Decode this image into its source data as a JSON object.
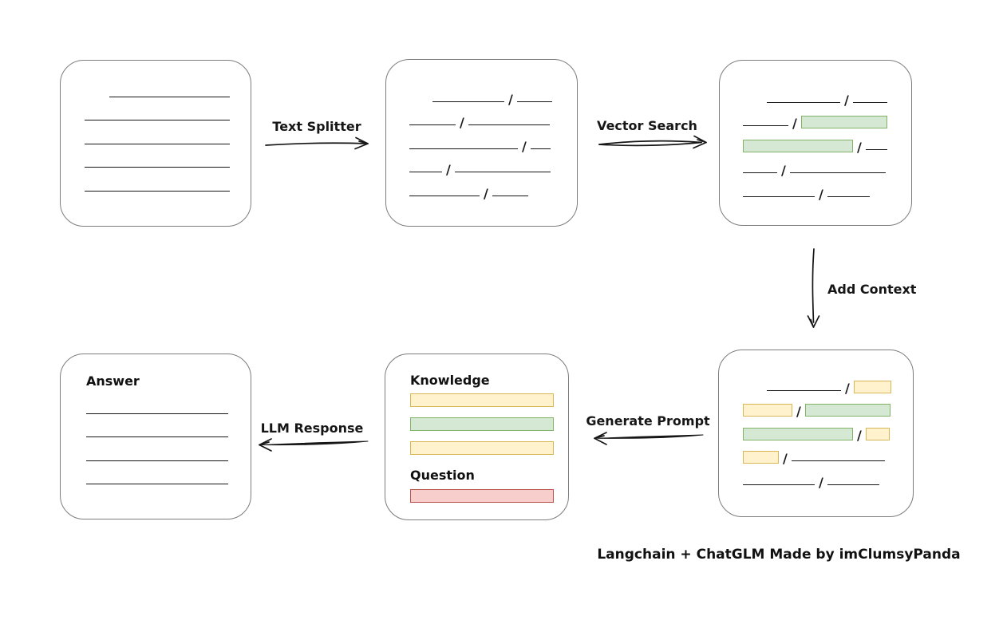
{
  "caption": "Langchain + ChatGLM Made by imClumsyPanda",
  "colors": {
    "green_fill": "#d5e8d4",
    "green_stroke": "#82b366",
    "yellow_fill": "#fff2cc",
    "yellow_stroke": "#d6b656",
    "red_fill": "#f8cecc",
    "red_stroke": "#b85450",
    "box_stroke": "#7d7d7d",
    "ink": "#161616"
  },
  "arrows": {
    "text_splitter": {
      "label": "Text Splitter"
    },
    "vector_search": {
      "label": "Vector Search"
    },
    "add_context": {
      "label": "Add Context"
    },
    "generate_prompt": {
      "label": "Generate Prompt"
    },
    "llm_response": {
      "label": "LLM Response"
    }
  },
  "boxes": {
    "document": {
      "rows": [
        {
          "ind": 31,
          "segs": [
            {
              "t": "line",
              "w": 151
            }
          ]
        },
        {
          "segs": [
            {
              "t": "line",
              "w": 182
            }
          ]
        },
        {
          "segs": [
            {
              "t": "line",
              "w": 182
            }
          ]
        },
        {
          "segs": [
            {
              "t": "line",
              "w": 182
            }
          ]
        },
        {
          "segs": [
            {
              "t": "line",
              "w": 182
            }
          ]
        }
      ]
    },
    "chunks": {
      "rows": [
        {
          "ind": 29,
          "segs": [
            {
              "t": "line",
              "w": 90
            },
            {
              "t": "line",
              "w": 44
            }
          ]
        },
        {
          "segs": [
            {
              "t": "line",
              "w": 58
            },
            {
              "t": "line",
              "w": 102
            }
          ]
        },
        {
          "segs": [
            {
              "t": "line",
              "w": 136
            },
            {
              "t": "line",
              "w": 25
            }
          ]
        },
        {
          "segs": [
            {
              "t": "line",
              "w": 41
            },
            {
              "t": "line",
              "w": 120
            }
          ]
        },
        {
          "segs": [
            {
              "t": "line",
              "w": 88
            },
            {
              "t": "line",
              "w": 45
            }
          ]
        }
      ]
    },
    "chunks_matched": {
      "rows": [
        {
          "ind": 30,
          "segs": [
            {
              "t": "line",
              "w": 92
            },
            {
              "t": "line",
              "w": 43
            }
          ]
        },
        {
          "segs": [
            {
              "t": "line",
              "w": 57
            },
            {
              "t": "green",
              "w": 108
            }
          ]
        },
        {
          "segs": [
            {
              "t": "green",
              "w": 138
            },
            {
              "t": "line",
              "w": 27
            }
          ]
        },
        {
          "segs": [
            {
              "t": "line",
              "w": 43
            },
            {
              "t": "line",
              "w": 120
            }
          ]
        },
        {
          "segs": [
            {
              "t": "line",
              "w": 90
            },
            {
              "t": "line",
              "w": 53
            }
          ]
        }
      ]
    },
    "chunks_context": {
      "rows": [
        {
          "ind": 30,
          "segs": [
            {
              "t": "line",
              "w": 93
            },
            {
              "t": "yellow",
              "w": 47
            }
          ]
        },
        {
          "segs": [
            {
              "t": "yellow",
              "w": 62
            },
            {
              "t": "green",
              "w": 107
            }
          ]
        },
        {
          "segs": [
            {
              "t": "green",
              "w": 138
            },
            {
              "t": "yellow",
              "w": 30
            }
          ]
        },
        {
          "segs": [
            {
              "t": "yellow",
              "w": 45
            },
            {
              "t": "line",
              "w": 117
            }
          ]
        },
        {
          "segs": [
            {
              "t": "line",
              "w": 90
            },
            {
              "t": "line",
              "w": 65
            }
          ]
        }
      ]
    },
    "prompt": {
      "knowledge_label": "Knowledge",
      "question_label": "Question",
      "knowledge_bars": [
        "yellow",
        "green",
        "yellow"
      ],
      "question_bars": [
        "red"
      ]
    },
    "answer": {
      "label": "Answer",
      "rows": [
        {
          "segs": [
            {
              "t": "line",
              "w": 178
            }
          ]
        },
        {
          "segs": [
            {
              "t": "line",
              "w": 178
            }
          ]
        },
        {
          "segs": [
            {
              "t": "line",
              "w": 178
            }
          ]
        },
        {
          "segs": [
            {
              "t": "line",
              "w": 178
            }
          ]
        }
      ]
    }
  }
}
